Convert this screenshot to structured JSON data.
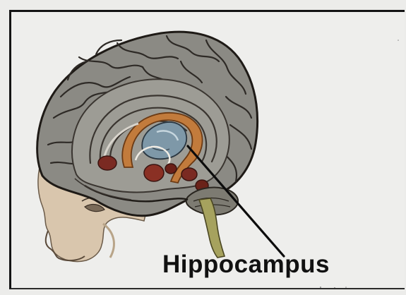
{
  "figure": {
    "label": "Hippocampus",
    "colors": {
      "background": "#ececea",
      "border": "#141414",
      "brain_gray": "#8a8a84",
      "sulcus_dark": "#2e2a26",
      "hippocampus_orange": "#c07a3a",
      "deep_structure_red": "#7a2a22",
      "ventricle_blue": "#7d97a8",
      "brainstem_olive": "#a5a060",
      "skin": "#d8c2a8",
      "label_text": "#111111"
    },
    "icons": {
      "brain": "brain-cutaway-illustration",
      "face": "human-face-profile",
      "pointer": "leader-line"
    }
  }
}
